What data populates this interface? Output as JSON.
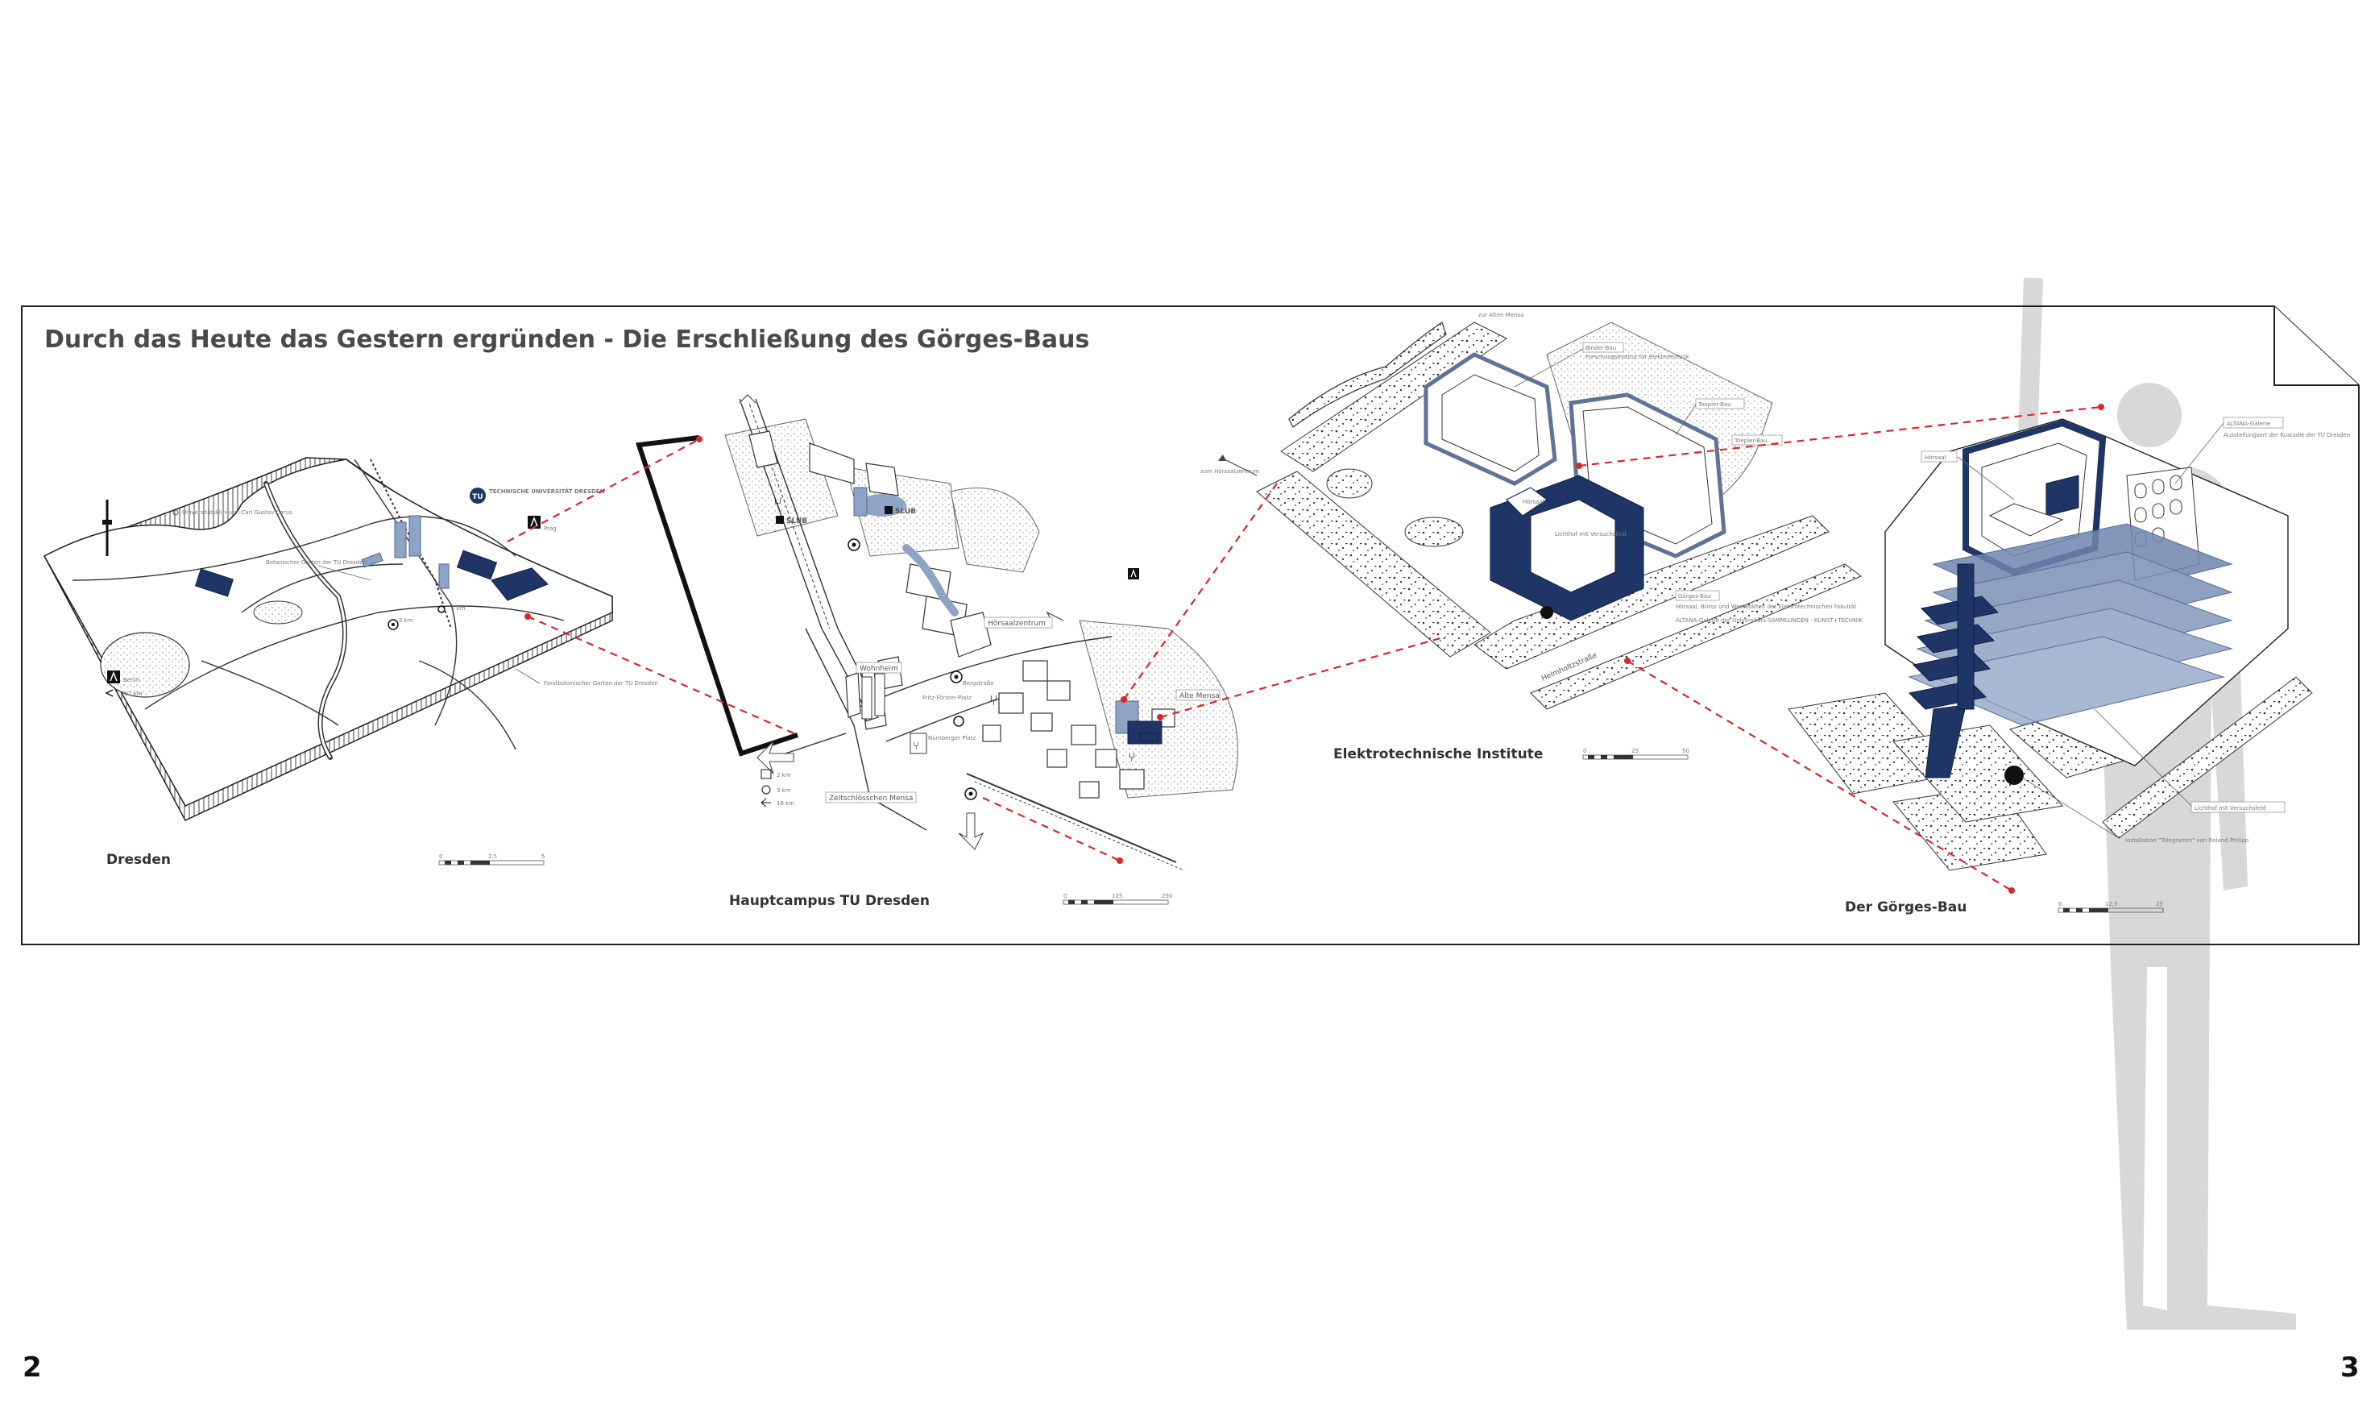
{
  "title": "Durch das Heute das Gestern ergründen - Die Erschließung des Görges-Baus",
  "page_numbers": {
    "left": "2",
    "right": "3"
  },
  "panels": {
    "dresden": {
      "caption": "Dresden",
      "labels": {
        "klinikum": "Universitätsklinikum Carl Gustav Carus",
        "botanik": "Botanischer Garten der TU Dresden",
        "forst": "Forstbotanischer Garten der TU Dresden",
        "berlin": "Berlin",
        "berlin_dist": "192 km",
        "prag": "Prag",
        "dist_2km_a": "2 km",
        "dist_2km_b": "2 km",
        "tu_logo": "TECHNISCHE UNIVERSITÄT DRESDEN"
      },
      "scale": [
        "0",
        "2,5",
        "5"
      ]
    },
    "campus": {
      "caption": "Hauptcampus TU Dresden",
      "labels": {
        "slub1": "SLUB",
        "slub2": "SLUB",
        "hoersaal": "Hörsaalzentrum",
        "wohnheim": "Wohnheim",
        "fritz": "Fritz-Förster-Platz",
        "nuernberger": "Nürnberger Platz",
        "mensa_alte": "Alte Mensa",
        "zeltschloss": "Zeltschlösschen Mensa",
        "bergstrasse": "Bergstraße"
      },
      "distances": [
        "2 km",
        "3 km",
        "18 km"
      ],
      "scale": [
        "0",
        "125",
        "250"
      ]
    },
    "institute": {
      "caption": "Elektrotechnische Institute",
      "labels": {
        "alte_mensa": "zur Alten Mensa",
        "hoersaalzentrum": "zum Hörsaalzentrum",
        "binder": "Binder-Bau",
        "toepler": "Toepler-Bau",
        "toepler2": "Toepler-Bau",
        "goerges": "Görges-Bau",
        "lichthof": "Lichthof mit Versuchsfeld",
        "hoersaal": "Hörsaal",
        "helmholtz": "Helmholtzstraße",
        "goerges_desc": "Hörsaal, Büros und Werkstätten der Elektrotechnischen Fakultät",
        "altana_desc": "ALTANA-Galerie der Universitäts-SAMMLUNGEN - KUNST+TECHNIK",
        "binder_desc": "Forschungsinstitut für Elektrotechnik"
      },
      "scale": [
        "0",
        "25",
        "50"
      ]
    },
    "goerges": {
      "caption": "Der Görges-Bau",
      "labels": {
        "hoersaal": "Hörsaal",
        "altana": "ALTANA-Galerie",
        "altana_desc": "Ausstellungsort der Kustodie der TU Dresden",
        "lichthof": "Lichthof mit Versuchsfeld",
        "installation": "Installation \"Telegramm\" von Roland Philipp"
      },
      "scale": [
        "0",
        "12,5",
        "25"
      ]
    }
  },
  "colors": {
    "accent_navy": "#1e3566",
    "accent_light_blue": "#8fa4c4",
    "connector_red": "#d9262a",
    "silhouette_grey": "#d6d6d6"
  }
}
